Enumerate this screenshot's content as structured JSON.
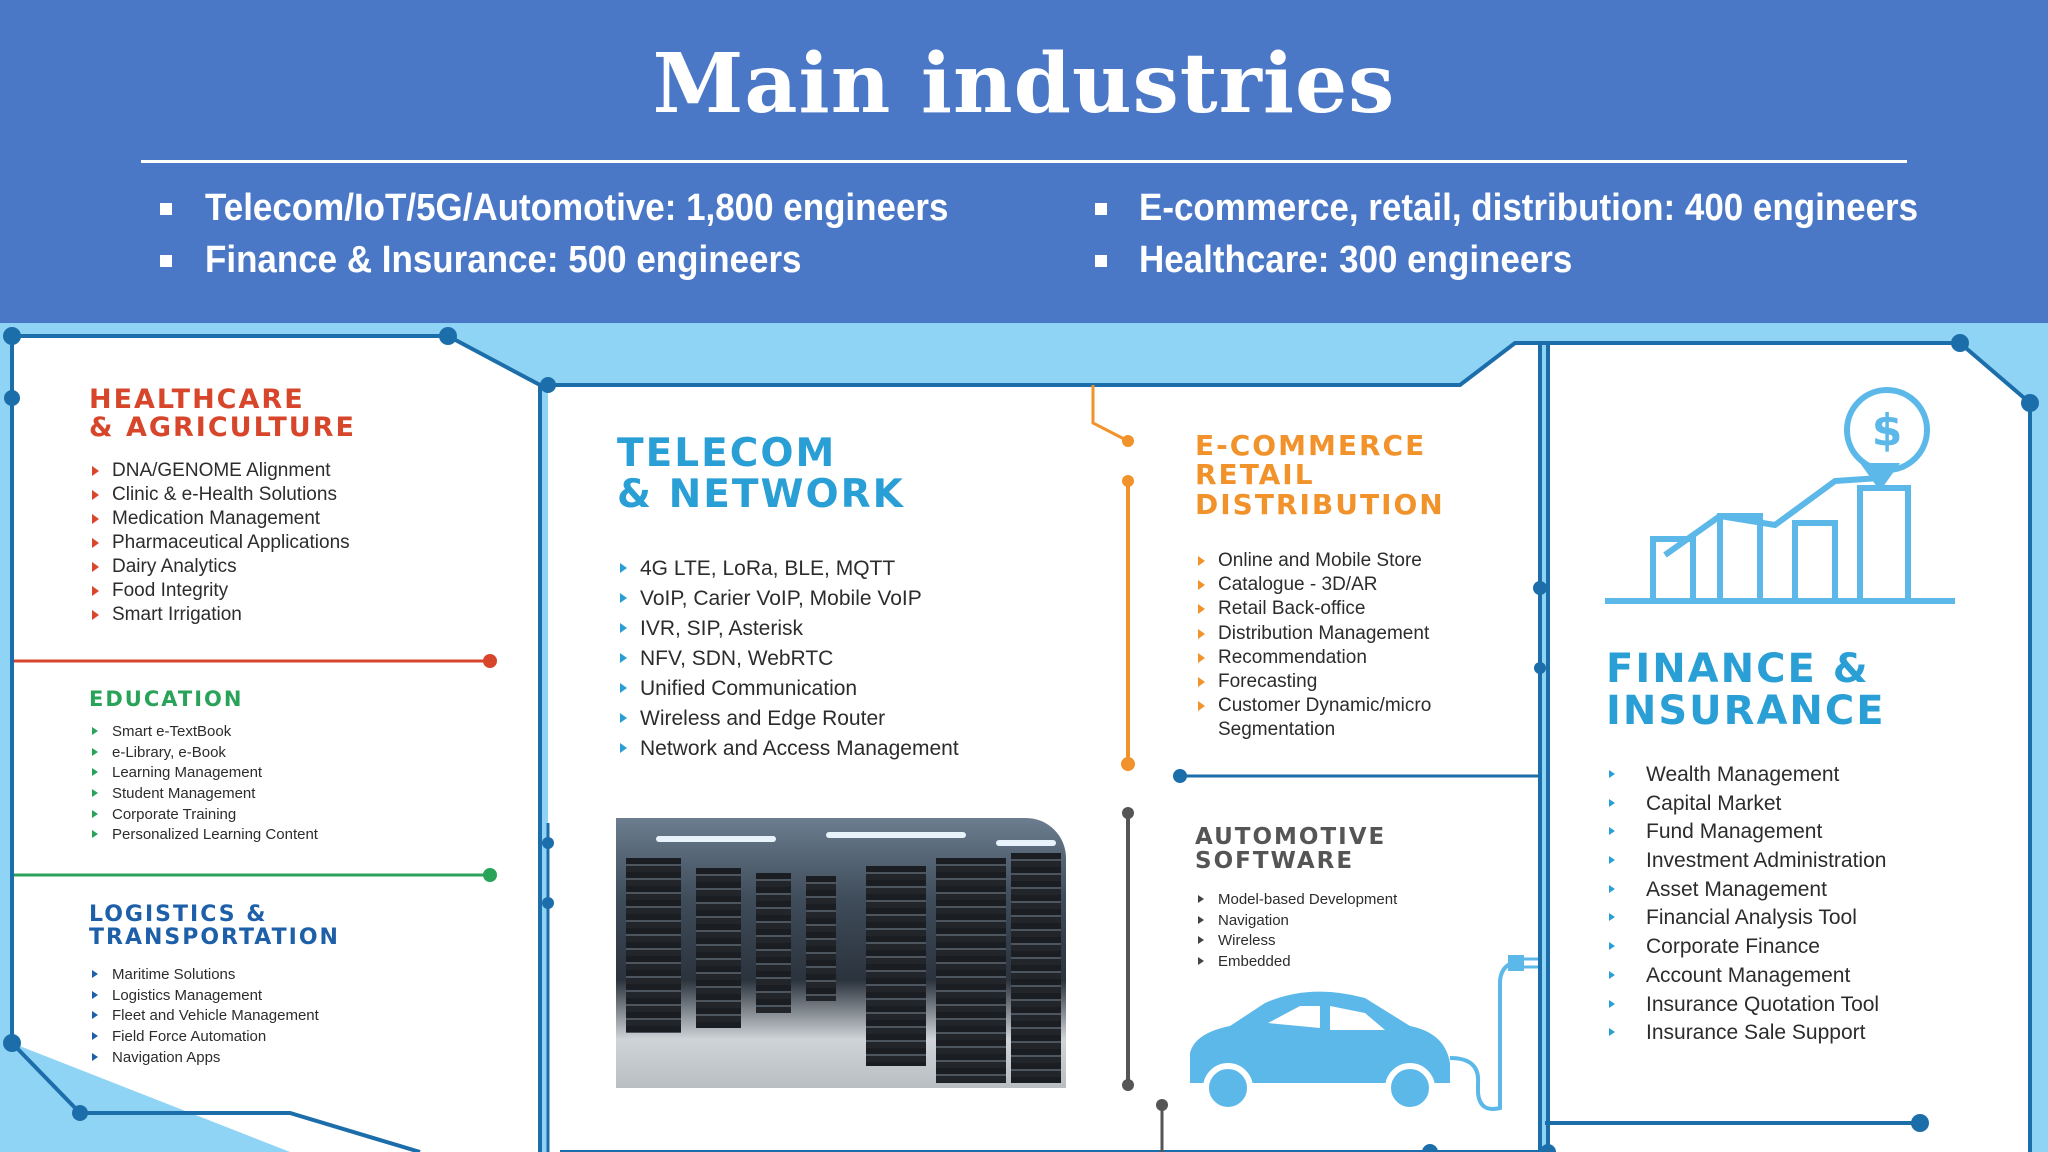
{
  "header": {
    "title": "Main industries",
    "stats": [
      "Telecom/IoT/5G/Automotive: 1,800 engineers",
      "Finance & Insurance: 500 engineers",
      "E-commerce, retail, distribution: 400 engineers",
      "Healthcare: 300 engineers"
    ]
  },
  "colors": {
    "header_bg": "#4a78c7",
    "background": "#8fd3f5",
    "healthcare": "#d7452a",
    "education": "#2aa35a",
    "logistics": "#1d5fa8",
    "telecom": "#2a9fd6",
    "ecommerce": "#f2922a",
    "automotive": "#555555",
    "finance": "#2a9fd6"
  },
  "sections": {
    "healthcare": {
      "title": "HEALTHCARE\n& AGRICULTURE",
      "items": [
        "DNA/GENOME Alignment",
        "Clinic & e-Health Solutions",
        "Medication Management",
        "Pharmaceutical Applications",
        "Dairy Analytics",
        "Food Integrity",
        "Smart Irrigation"
      ]
    },
    "education": {
      "title": "EDUCATION",
      "items": [
        "Smart e-TextBook",
        "e-Library, e-Book",
        "Learning Management",
        "Student Management",
        "Corporate Training",
        "Personalized Learning Content"
      ]
    },
    "logistics": {
      "title": "LOGISTICS &\nTRANSPORTATION",
      "items": [
        "Maritime Solutions",
        "Logistics Management",
        "Fleet and Vehicle Management",
        "Field Force Automation",
        "Navigation Apps"
      ]
    },
    "telecom": {
      "title": "TELECOM\n& NETWORK",
      "items": [
        "4G LTE, LoRa, BLE, MQTT",
        "VoIP, Carier VoIP, Mobile VoIP",
        "IVR, SIP, Asterisk",
        "NFV, SDN, WebRTC",
        "Unified Communication",
        "Wireless and Edge Router",
        "Network and Access Management"
      ]
    },
    "ecommerce": {
      "title": "E-COMMERCE\nRETAIL\nDISTRIBUTION",
      "items": [
        "Online and Mobile Store",
        "Catalogue - 3D/AR",
        "Retail Back-office",
        "Distribution Management",
        "Recommendation",
        "Forecasting",
        "Customer Dynamic/micro",
        "Segmentation"
      ]
    },
    "automotive": {
      "title": "AUTOMOTIVE\nSOFTWARE",
      "items": [
        "Model-based Development",
        "Navigation",
        "Wireless",
        "Embedded"
      ]
    },
    "finance": {
      "title": "FINANCE &\nINSURANCE",
      "items": [
        "Wealth Management",
        "Capital Market",
        "Fund Management",
        "Investment Administration",
        "Asset Management",
        "Financial Analysis Tool",
        "Corporate Finance",
        "Account Management",
        "Insurance Quotation Tool",
        "Insurance Sale Support"
      ]
    }
  },
  "icons": {
    "finance": "dollar-chart-icon",
    "automotive": "car-icon",
    "telecom_photo": "server-room-photo"
  }
}
